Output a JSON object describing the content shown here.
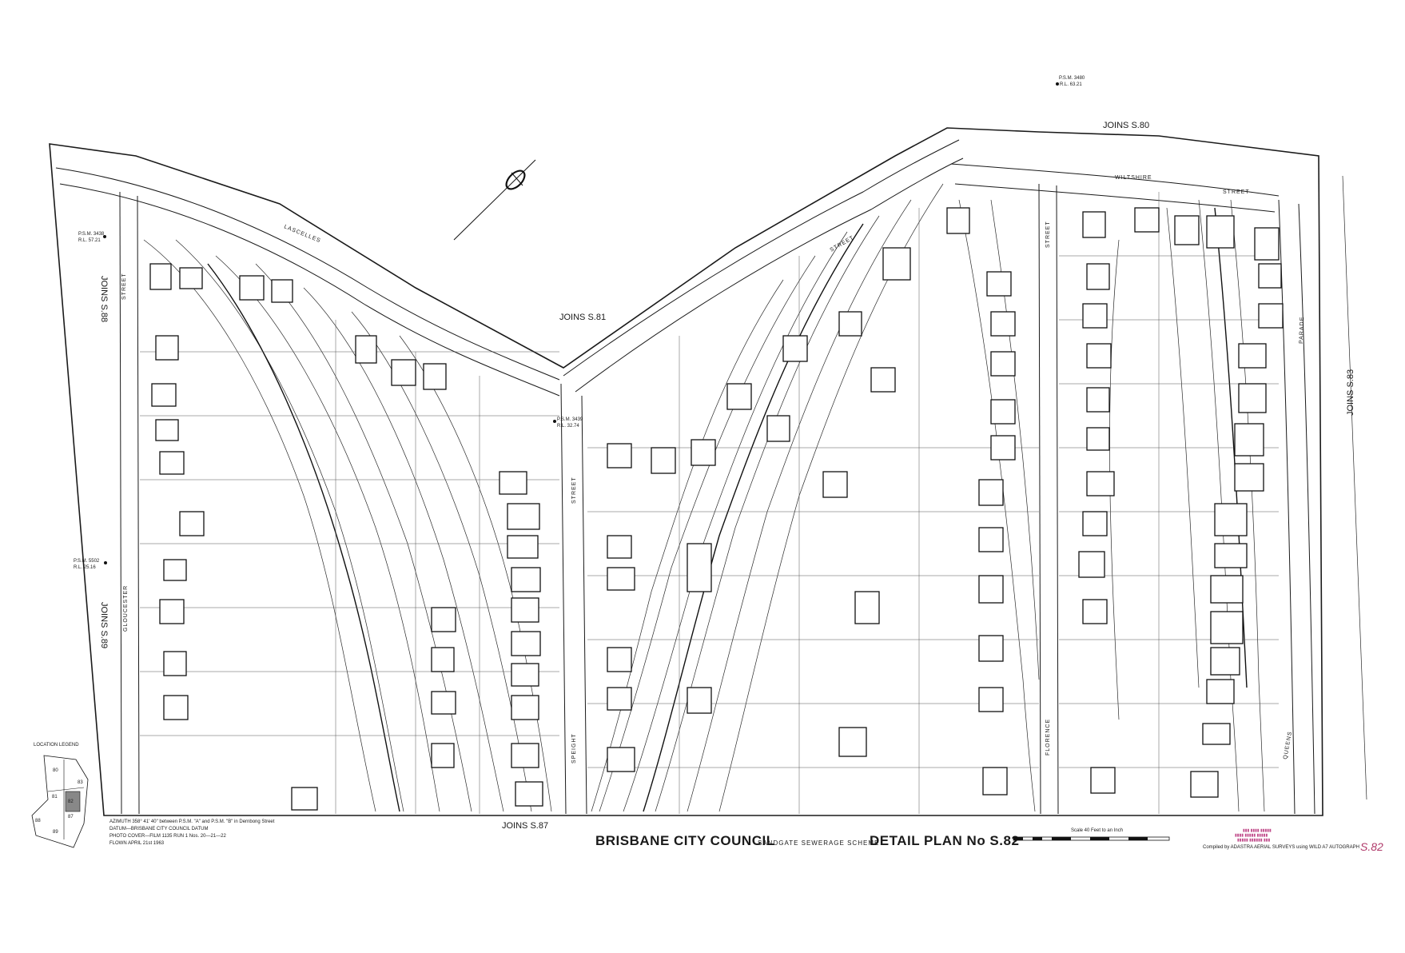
{
  "title": {
    "council": "BRISBANE CITY COUNCIL",
    "scheme": "SANDGATE SEWERAGE SCHEME",
    "plan": "DETAIL PLAN No S.82"
  },
  "joins": {
    "s80": "JOINS S.80",
    "s81": "JOINS S.81",
    "s83": "JOINS S.83",
    "s87": "JOINS S.87",
    "s88": "JOINS S.88",
    "s89": "JOINS S.89"
  },
  "streets": {
    "lascelles": "LASCELLES",
    "street_diag": "STREET",
    "street_left": "STREET",
    "gloucester": "GLOUCESTER",
    "street_mid": "STREET",
    "speight": "SPEIGHT",
    "wiltshire": "WILTSHIRE",
    "street_top_right": "STREET",
    "street_vert_right": "STREET",
    "florence": "FLORENCE",
    "queens": "QUEENS",
    "parade": "PARADE"
  },
  "benchmarks": [
    {
      "name": "P.S.M. 3438",
      "level": "R.L. 57.21"
    },
    {
      "name": "P.S.M. 5502",
      "level": "R.L. 25.16"
    },
    {
      "name": "P.S.M. 3439",
      "level": "R.L. 32.74"
    },
    {
      "name": "P.S.M. 3480",
      "level": "R.L. 63.21"
    }
  ],
  "notes": {
    "azimuth": "AZIMUTH 358° 41' 40\" between P.S.M. \"A\" and P.S.M. \"B\" in Dernbong Street",
    "datum": "DATUM—BRISBANE CITY COUNCIL DATUM",
    "photo": "PHOTO COVER—FILM 1135 RUN 1 Nos. 20—21—22",
    "flown": "FLOWN APRIL 21st 1963"
  },
  "location_legend": {
    "label": "LOCATION LEGEND",
    "sheets": [
      "80",
      "81",
      "82",
      "83",
      "87",
      "88",
      "89"
    ]
  },
  "scale": "Scale 40 Feet to an Inch",
  "compiled": "Compiled by ADASTRA AERIAL SURVEYS using WILD A7 AUTOGRAPH",
  "sheet_ref": "S.82",
  "colors": {
    "ink": "#1a1a1a",
    "stamp": "#c04a8a",
    "paper": "#ffffff"
  }
}
